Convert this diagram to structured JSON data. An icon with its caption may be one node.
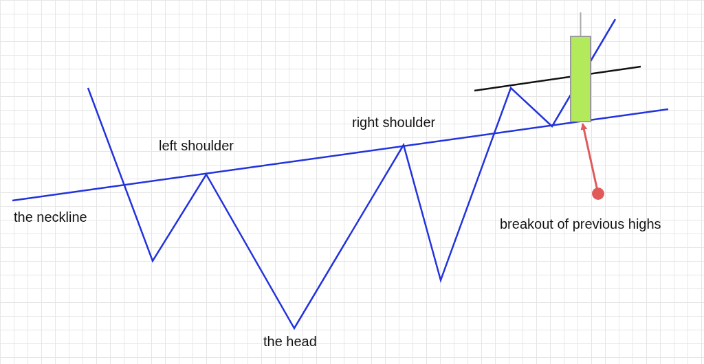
{
  "diagram": {
    "nodes": [
      {
        "text": [
          "breakout of previous highs"
        ]
      },
      {
        "text": [],
        "shape": "bar"
      }
    ],
    "edges": [
      {
        "from": 0,
        "to": 1,
        "arrow": "to"
      }
    ],
    "labels": [
      "right shoulder",
      "left shoulder",
      "the neckline",
      "the head"
    ]
  }
}
